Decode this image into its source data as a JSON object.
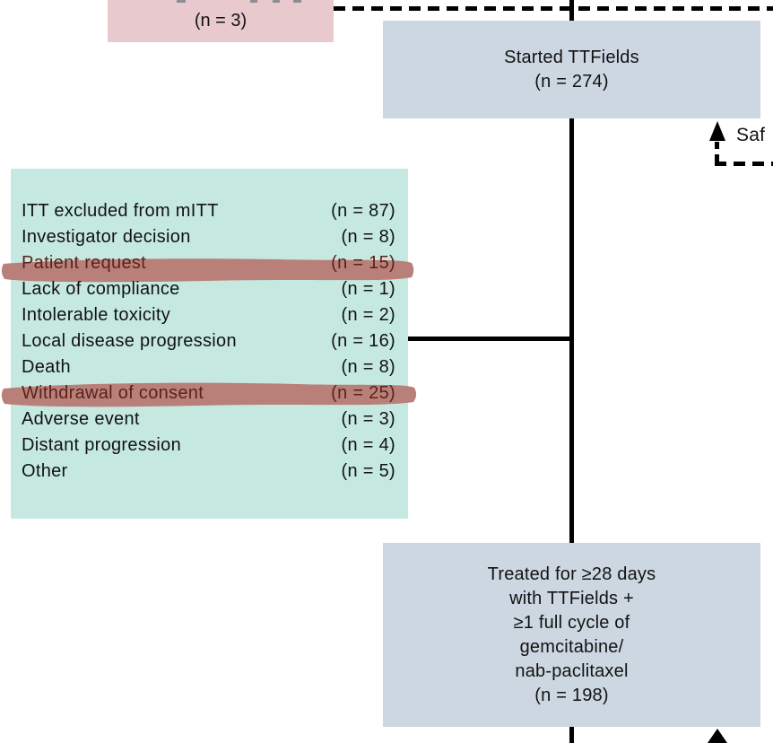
{
  "colors": {
    "box_blue": "#ccd7e2",
    "box_teal": "#c5e9e1",
    "box_pink": "#e7c9ce",
    "marker_highlight": "#b9807a",
    "highlight_text": "#5b211b",
    "line_black": "#000000"
  },
  "top_dropout_box": {
    "note": "top text line cut off by viewport",
    "count": "(n = 3)"
  },
  "started_box": {
    "lines": [
      "Started TTFields",
      "(n = 274)"
    ]
  },
  "safety_annotation": {
    "label": "Saf"
  },
  "exclusions_box": {
    "rows": [
      {
        "label": "ITT excluded from mITT",
        "count": "(n = 87)",
        "highlighted": false
      },
      {
        "label": "Investigator decision",
        "count": "(n = 8)",
        "highlighted": false
      },
      {
        "label": "Patient request",
        "count": "(n = 15)",
        "highlighted": true
      },
      {
        "label": "Lack of compliance",
        "count": "(n = 1)",
        "highlighted": false
      },
      {
        "label": "Intolerable toxicity",
        "count": "(n = 2)",
        "highlighted": false
      },
      {
        "label": "Local disease progression",
        "count": "(n = 16)",
        "highlighted": false
      },
      {
        "label": "Death",
        "count": "(n = 8)",
        "highlighted": false
      },
      {
        "label": "Withdrawal of consent",
        "count": "(n = 25)",
        "highlighted": true
      },
      {
        "label": "Adverse event",
        "count": "(n = 3)",
        "highlighted": false
      },
      {
        "label": "Distant progression",
        "count": "(n = 4)",
        "highlighted": false
      },
      {
        "label": "Other",
        "count": "(n = 5)",
        "highlighted": false
      }
    ]
  },
  "treated_box": {
    "lines": [
      "Treated for ≥28 days",
      "with TTFields +",
      "≥1 full cycle of",
      "gemcitabine/",
      "nab-paclitaxel",
      "(n = 198)"
    ]
  }
}
